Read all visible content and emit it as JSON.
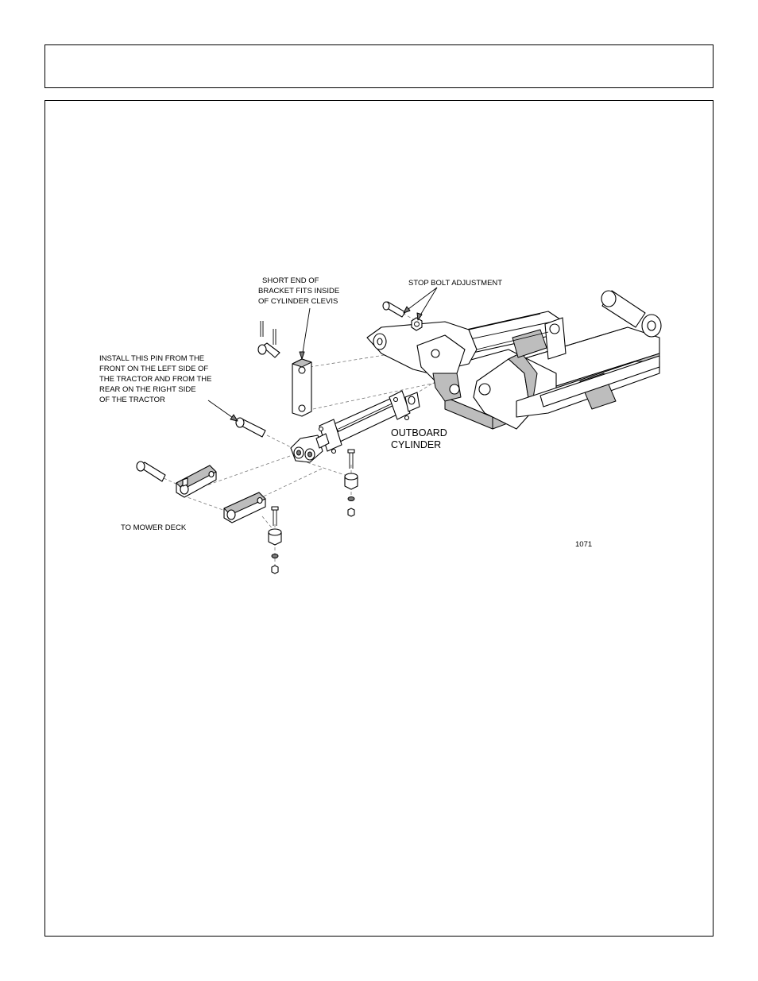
{
  "labels": {
    "short_end_bracket": [
      "SHORT END OF",
      "BRACKET FITS INSIDE",
      "OF CYLINDER CLEVIS"
    ],
    "stop_bolt": "STOP BOLT ADJUSTMENT",
    "install_pin": [
      "INSTALL THIS PIN FROM THE",
      "FRONT ON THE LEFT SIDE OF",
      "THE TRACTOR AND FROM THE",
      "REAR ON THE RIGHT SIDE",
      "OF THE TRACTOR"
    ],
    "outboard_cylinder": [
      "OUTBOARD",
      "CYLINDER"
    ],
    "to_mower_deck": "TO MOWER DECK",
    "figure_number": "1071"
  }
}
